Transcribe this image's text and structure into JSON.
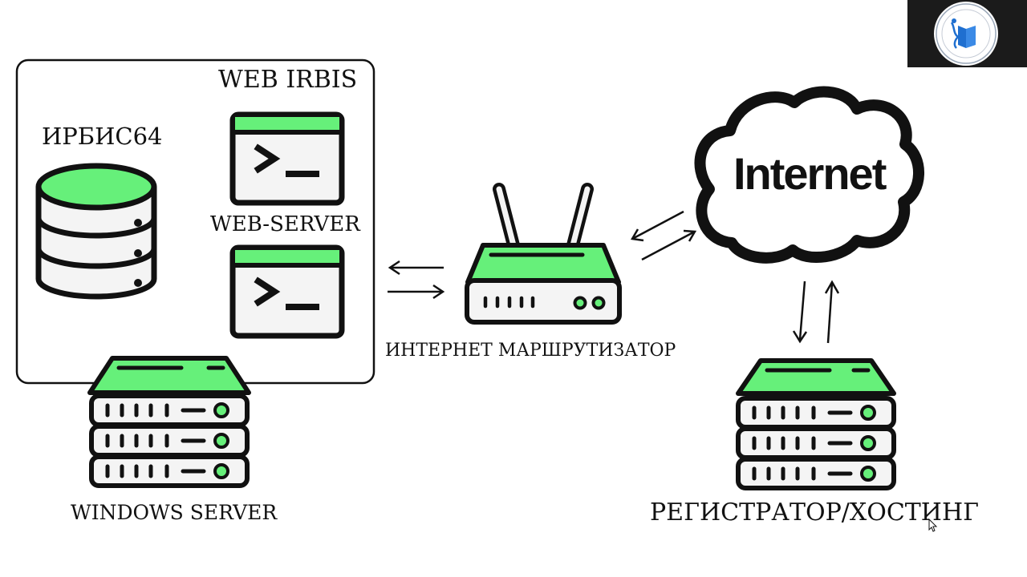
{
  "labels": {
    "web_irbis": "WEB IRBIS",
    "irbis64": "ИРБИС64",
    "web_server": "WEB-SERVER",
    "windows_server": "WINDOWS SERVER",
    "router": "ИНТЕРНЕТ МАРШРУТИЗАТОР",
    "internet": "Internet",
    "registrar": "РЕГИСТРАТОР/ХОСТИНГ"
  },
  "colors": {
    "accent_green": "#66f07a",
    "outline": "#111111",
    "body_fill": "#f4f4f4",
    "webcam_bg": "#1b1b1b",
    "logo_blue": "#1f6fd0"
  },
  "icons": [
    "database-icon",
    "terminal-window-icon",
    "server-rack-icon",
    "router-icon",
    "cloud-icon",
    "exchange-arrows-icon",
    "org-logo-icon"
  ]
}
